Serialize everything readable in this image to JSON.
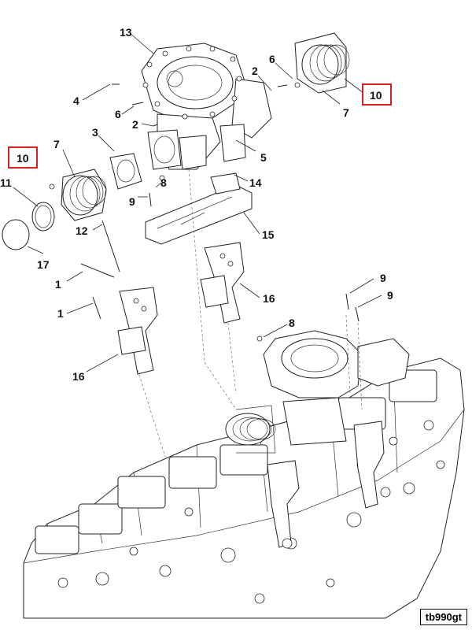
{
  "callouts": {
    "c13": "13",
    "c6a": "6",
    "c2a": "2",
    "c10a": "10",
    "c4": "4",
    "c7a": "7",
    "c6b": "6",
    "c2b": "2",
    "c3": "3",
    "c5": "5",
    "c10b": "10",
    "c7b": "7",
    "c8a": "8",
    "c14": "14",
    "c11": "11",
    "c9a": "9",
    "c12": "12",
    "c15": "15",
    "c17": "17",
    "c1a": "1",
    "c16a": "16",
    "c9b": "9",
    "c9c": "9",
    "c1b": "1",
    "c8b": "8",
    "c16b": "16"
  },
  "reference": "tb990gt",
  "colors": {
    "highlight": "#d81f1f",
    "line": "#222222"
  }
}
